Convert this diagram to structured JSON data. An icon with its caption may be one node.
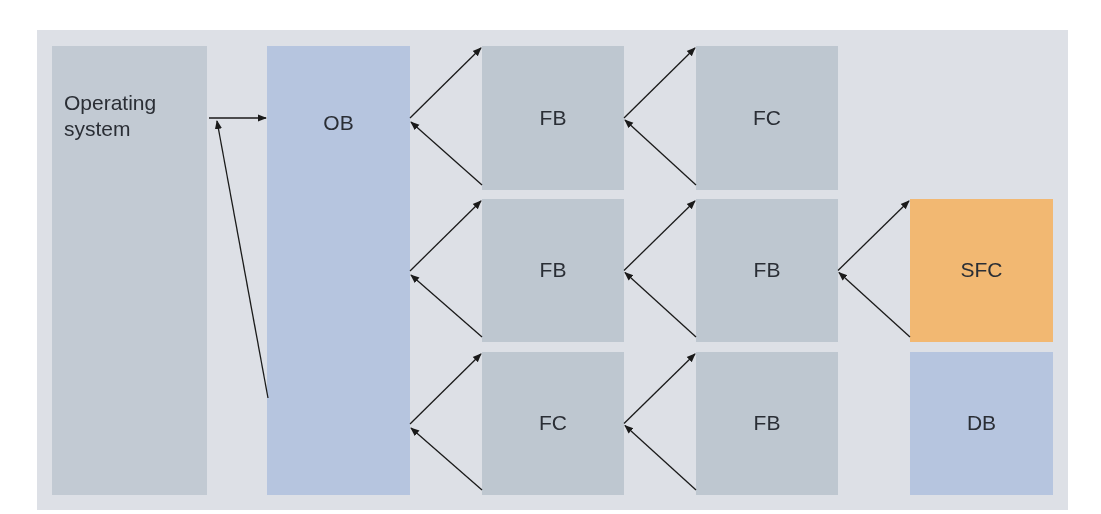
{
  "diagram": {
    "nodes": [
      {
        "text": [
          "Operating system"
        ]
      },
      {
        "text": [
          "OB"
        ]
      },
      {
        "text": [
          "FB"
        ]
      },
      {
        "text": [
          "FC"
        ]
      },
      {
        "text": [
          "FB"
        ]
      },
      {
        "text": [
          "FB"
        ]
      },
      {
        "text": [
          "SFC"
        ]
      },
      {
        "text": [
          "FC"
        ]
      },
      {
        "text": [
          "FB"
        ]
      },
      {
        "text": [
          "DB"
        ]
      }
    ],
    "edges": [
      {
        "from": 0,
        "to": 1,
        "arrow": "to"
      },
      {
        "from": 1,
        "to": 0,
        "arrow": "to"
      },
      {
        "from": 1,
        "to": 2,
        "arrow": "to"
      },
      {
        "from": 2,
        "to": 1,
        "arrow": "to"
      },
      {
        "from": 2,
        "to": 3,
        "arrow": "to"
      },
      {
        "from": 3,
        "to": 2,
        "arrow": "to"
      },
      {
        "from": 1,
        "to": 4,
        "arrow": "to"
      },
      {
        "from": 4,
        "to": 1,
        "arrow": "to"
      },
      {
        "from": 4,
        "to": 5,
        "arrow": "to"
      },
      {
        "from": 5,
        "to": 4,
        "arrow": "to"
      },
      {
        "from": 5,
        "to": 6,
        "arrow": "to"
      },
      {
        "from": 6,
        "to": 5,
        "arrow": "to"
      },
      {
        "from": 1,
        "to": 7,
        "arrow": "to"
      },
      {
        "from": 7,
        "to": 1,
        "arrow": "to"
      },
      {
        "from": 7,
        "to": 8,
        "arrow": "to"
      },
      {
        "from": 8,
        "to": 7,
        "arrow": "to"
      }
    ]
  }
}
